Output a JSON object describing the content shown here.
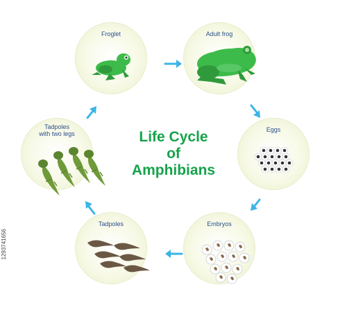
{
  "title": {
    "line1": "Life Cycle",
    "line2": "of",
    "line3": "Amphibians"
  },
  "stages": {
    "froglet": "Froglet",
    "adult_frog": "Adult frog",
    "eggs": "Eggs",
    "embryos": "Embryos",
    "tadpoles": "Tadpoles",
    "tadpoles_two_legs_1": "Tadpoles",
    "tadpoles_two_legs_2": "with two legs"
  },
  "colors": {
    "title": "#16a34a",
    "label": "#2a4f8a",
    "arrow": "#3bb4e6",
    "frog": "#3dbb4a",
    "circle_fill": "#f2f6dc"
  },
  "icons": [
    "froglet-icon",
    "adult-frog-icon",
    "eggs-icon",
    "embryos-icon",
    "tadpoles-icon",
    "tadpoles-two-legs-icon",
    "arrow-icon"
  ],
  "watermark": "1293741656"
}
